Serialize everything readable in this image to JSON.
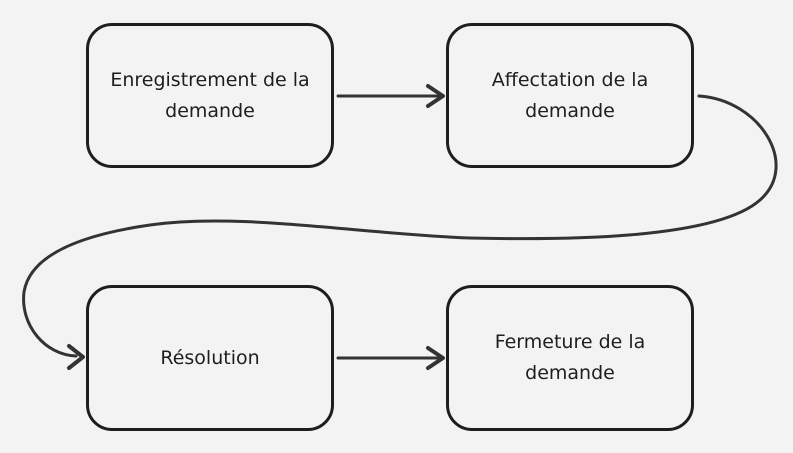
{
  "diagram": {
    "nodes": [
      {
        "id": "n1",
        "label": "Enregistrement de la demande"
      },
      {
        "id": "n2",
        "label": "Affectation de la demande"
      },
      {
        "id": "n3",
        "label": "Résolution"
      },
      {
        "id": "n4",
        "label": "Fermeture de la demande"
      }
    ],
    "edges": [
      {
        "from": "n1",
        "to": "n2"
      },
      {
        "from": "n2",
        "to": "n3"
      },
      {
        "from": "n3",
        "to": "n4"
      }
    ],
    "colors": {
      "background": "#f3f3f3",
      "stroke": "#1e1e1e",
      "connector": "#333333"
    }
  }
}
